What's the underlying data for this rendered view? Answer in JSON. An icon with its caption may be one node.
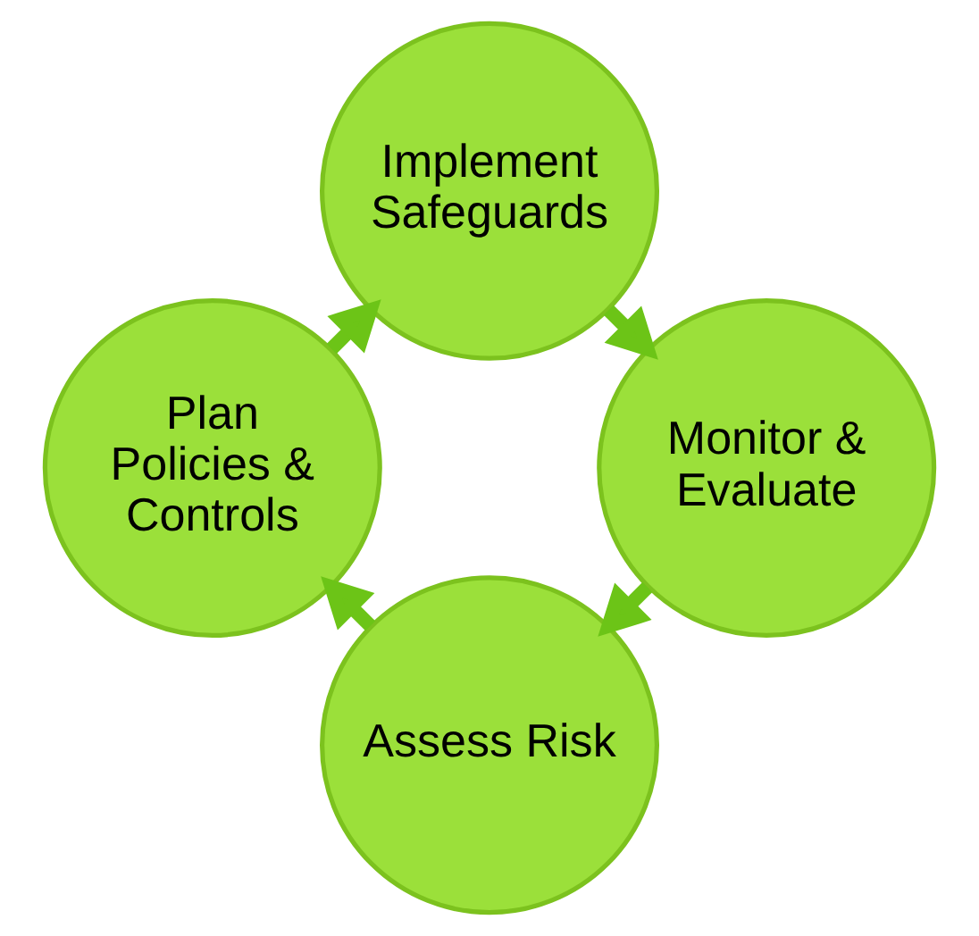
{
  "diagram": {
    "nodes": [
      {
        "text": [
          "Assess Risk"
        ]
      },
      {
        "text": [
          "Plan Policies & Controls"
        ]
      },
      {
        "text": [
          "Implement Safeguards"
        ]
      },
      {
        "text": [
          "Monitor & Evaluate"
        ]
      }
    ],
    "edges": [
      {
        "from": 0,
        "to": 1,
        "arrow": "to"
      },
      {
        "from": 1,
        "to": 2,
        "arrow": "to"
      },
      {
        "from": 2,
        "to": 3,
        "arrow": "to"
      },
      {
        "from": 3,
        "to": 0,
        "arrow": "to"
      }
    ]
  }
}
